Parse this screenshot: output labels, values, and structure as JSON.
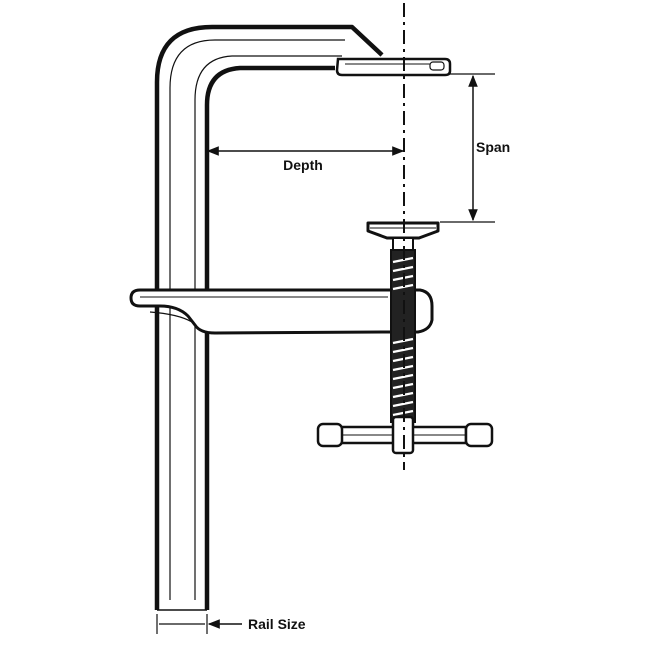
{
  "labels": {
    "depth": "Depth",
    "span": "Span",
    "rail_size": "Rail Size"
  },
  "colors": {
    "stroke": "#111111",
    "fill": "#ffffff"
  }
}
